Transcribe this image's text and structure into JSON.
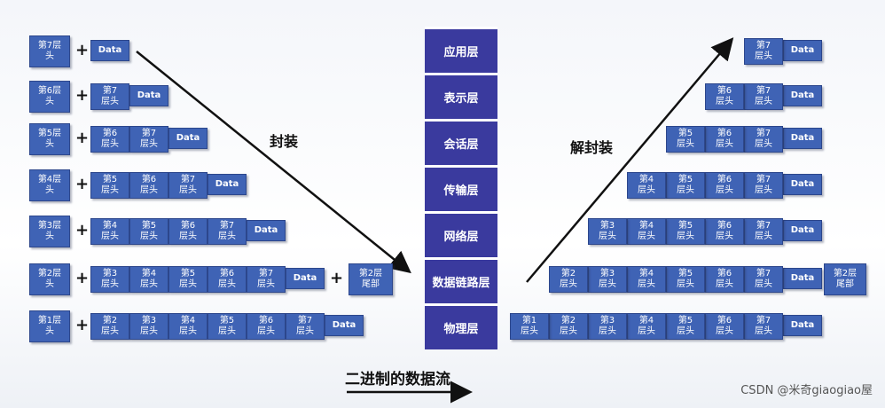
{
  "title_labels": {
    "encapsulation": "封装",
    "decapsulation": "解封装",
    "binary_stream": "二进制的数据流"
  },
  "layers": [
    "应用层",
    "表示层",
    "会话层",
    "传输层",
    "网络层",
    "数据链路层",
    "物理层"
  ],
  "plus_sign": "+",
  "encapsulation_rows": [
    {
      "layer_head": "第7层\n头",
      "headers": [],
      "data": "Data",
      "tail": null
    },
    {
      "layer_head": "第6层\n头",
      "headers": [
        "第7\n层头"
      ],
      "data": "Data",
      "tail": null
    },
    {
      "layer_head": "第5层\n头",
      "headers": [
        "第6\n层头",
        "第7\n层头"
      ],
      "data": "Data",
      "tail": null
    },
    {
      "layer_head": "第4层\n头",
      "headers": [
        "第5\n层头",
        "第6\n层头",
        "第7\n层头"
      ],
      "data": "Data",
      "tail": null
    },
    {
      "layer_head": "第3层\n头",
      "headers": [
        "第4\n层头",
        "第5\n层头",
        "第6\n层头",
        "第7\n层头"
      ],
      "data": "Data",
      "tail": null
    },
    {
      "layer_head": "第2层\n头",
      "headers": [
        "第3\n层头",
        "第4\n层头",
        "第5\n层头",
        "第6\n层头",
        "第7\n层头"
      ],
      "data": "Data",
      "tail": "第2层\n尾部"
    },
    {
      "layer_head": "第1层\n头",
      "headers": [
        "第2\n层头",
        "第3\n层头",
        "第4\n层头",
        "第5\n层头",
        "第6\n层头",
        "第7\n层头"
      ],
      "data": "Data",
      "tail": null
    }
  ],
  "decapsulation_rows": [
    {
      "headers": [
        "第7\n层头"
      ],
      "data": "Data",
      "tail": null
    },
    {
      "headers": [
        "第6\n层头",
        "第7\n层头"
      ],
      "data": "Data",
      "tail": null
    },
    {
      "headers": [
        "第5\n层头",
        "第6\n层头",
        "第7\n层头"
      ],
      "data": "Data",
      "tail": null
    },
    {
      "headers": [
        "第4\n层头",
        "第5\n层头",
        "第6\n层头",
        "第7\n层头"
      ],
      "data": "Data",
      "tail": null
    },
    {
      "headers": [
        "第3\n层头",
        "第4\n层头",
        "第5\n层头",
        "第6\n层头",
        "第7\n层头"
      ],
      "data": "Data",
      "tail": null
    },
    {
      "headers": [
        "第2\n层头",
        "第3\n层头",
        "第4\n层头",
        "第5\n层头",
        "第6\n层头",
        "第7\n层头"
      ],
      "data": "Data",
      "tail": "第2层\n尾部"
    },
    {
      "headers": [
        "第1\n层头",
        "第2\n层头",
        "第3\n层头",
        "第4\n层头",
        "第5\n层头",
        "第6\n层头",
        "第7\n层头"
      ],
      "data": "Data",
      "tail": null
    }
  ],
  "watermark": "CSDN @米奇giaogiao屋",
  "colors": {
    "box": "#3f63b5",
    "layer": "#3a3a9e",
    "arrow": "#111111"
  }
}
